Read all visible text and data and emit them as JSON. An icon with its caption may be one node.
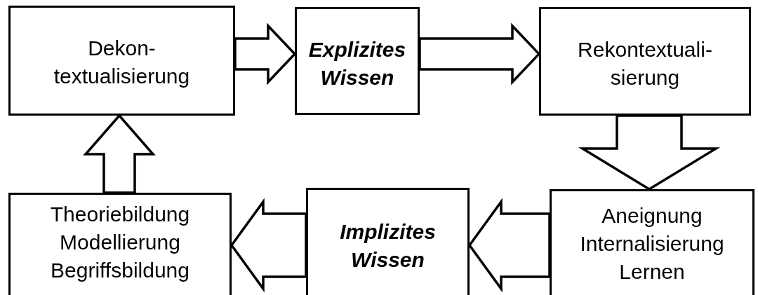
{
  "diagram": {
    "nodes": [
      {
        "text": [
          "Dekon- textualisierung"
        ]
      },
      {
        "text": [
          "Explizites Wissen"
        ]
      },
      {
        "text": [
          "Rekontextuali- sierung"
        ]
      },
      {
        "text": [
          "Theoriebildung Modellierung Begriffsbildung"
        ]
      },
      {
        "text": [
          "Implizites Wissen"
        ]
      },
      {
        "text": [
          "Aneignung Internalisierung Lernen"
        ]
      }
    ],
    "edges": [
      {
        "from": 0,
        "to": 1,
        "arrow": "to"
      },
      {
        "from": 1,
        "to": 2,
        "arrow": "to"
      },
      {
        "from": 2,
        "to": 5,
        "arrow": "to"
      },
      {
        "from": 5,
        "to": 4,
        "arrow": "to"
      },
      {
        "from": 4,
        "to": 3,
        "arrow": "to"
      },
      {
        "from": 3,
        "to": 0,
        "arrow": "to"
      }
    ]
  }
}
